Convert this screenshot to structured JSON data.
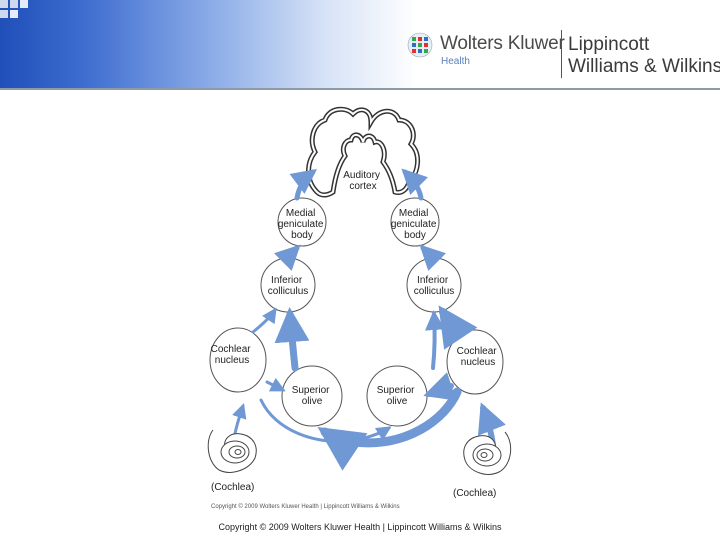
{
  "header": {
    "brand_name": "Wolters Kluwer",
    "brand_sub": "Health",
    "partner_line1": "Lippincott",
    "partner_line2": "Williams & Wilkins",
    "accent": "#1f4fb8"
  },
  "diagram": {
    "auditory_cortex": [
      "Auditory",
      "cortex"
    ],
    "medial_geniculate_left": [
      "Medial",
      "geniculate",
      "body"
    ],
    "medial_geniculate_right": [
      "Medial",
      "geniculate",
      "body"
    ],
    "inferior_colliculus_left": [
      "Inferior",
      "colliculus"
    ],
    "inferior_colliculus_right": [
      "Inferior",
      "colliculus"
    ],
    "cochlear_nucleus_left": [
      "Cochlear",
      "nucleus"
    ],
    "cochlear_nucleus_right": [
      "Cochlear",
      "nucleus"
    ],
    "superior_olive_left": [
      "Superior",
      "olive"
    ],
    "superior_olive_right": [
      "Superior",
      "olive"
    ],
    "cochlea_left": "(Cochlea)",
    "cochlea_right": "(Cochlea)",
    "figure_copyright": "Copyright © 2009 Wolters Kluwer Health | Lippincott Williams & Wilkins",
    "pathway_color": "#6f98d4"
  },
  "footer": {
    "copyright": "Copyright © 2009 Wolters Kluwer Health | Lippincott Williams & Wilkins"
  }
}
